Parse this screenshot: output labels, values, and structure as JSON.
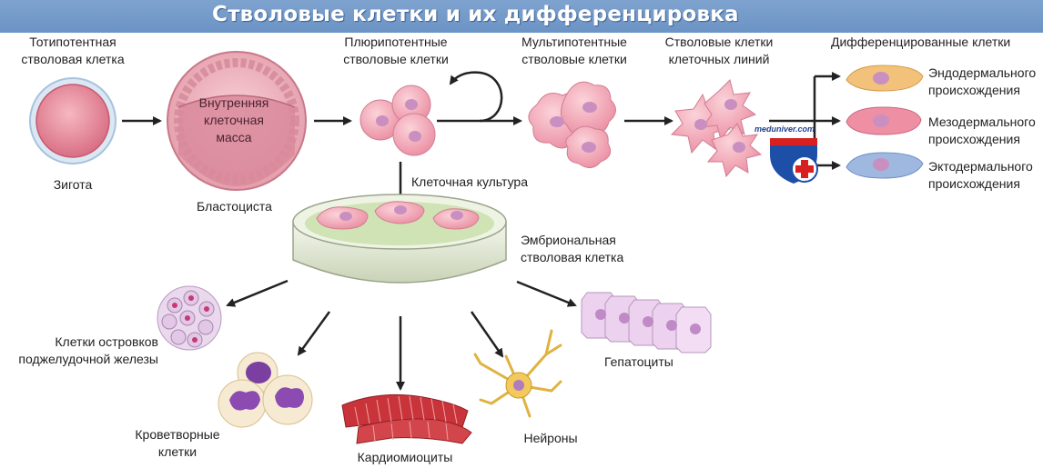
{
  "title": "Стволовые клетки и их дифференцировка",
  "labels": {
    "totipotent_l1": "Тотипотентная",
    "totipotent_l2": "стволовая клетка",
    "zygote": "Зигота",
    "inner_mass_l1": "Внутренняя",
    "inner_mass_l2": "клеточная",
    "inner_mass_l3": "масса",
    "blastocyst": "Бластоциста",
    "pluri_l1": "Плюрипотентные",
    "pluri_l2": "стволовые клетки",
    "multi_l1": "Мультипотентные",
    "multi_l2": "стволовые клетки",
    "line_l1": "Стволовые клетки",
    "line_l2": "клеточных линий",
    "diff": "Дифференцированные клетки",
    "endo_l1": "Эндодермального",
    "endo_l2": "происхождения",
    "meso_l1": "Мезодермального",
    "meso_l2": "происхождения",
    "ecto_l1": "Эктодермального",
    "ecto_l2": "происхождения",
    "culture": "Клеточная культура",
    "esc_l1": "Эмбриональная",
    "esc_l2": "стволовая клетка",
    "islets_l1": "Клетки островков",
    "islets_l2": "поджелудочной железы",
    "blood_l1": "Кроветворные",
    "blood_l2": "клетки",
    "cardio": "Кардиомиоциты",
    "neurons": "Нейроны",
    "hepato": "Гепатоциты"
  },
  "watermark": "meduniver.com",
  "colors": {
    "title_bar": "#6b93c4",
    "cell_pink": "#f3a9b7",
    "nucleus": "#c98fc0",
    "endo": "#f3c27a",
    "meso": "#ef8fa4",
    "ecto": "#9fb8e0",
    "dish": "#dfe8cf",
    "muscle": "#c8343a"
  }
}
